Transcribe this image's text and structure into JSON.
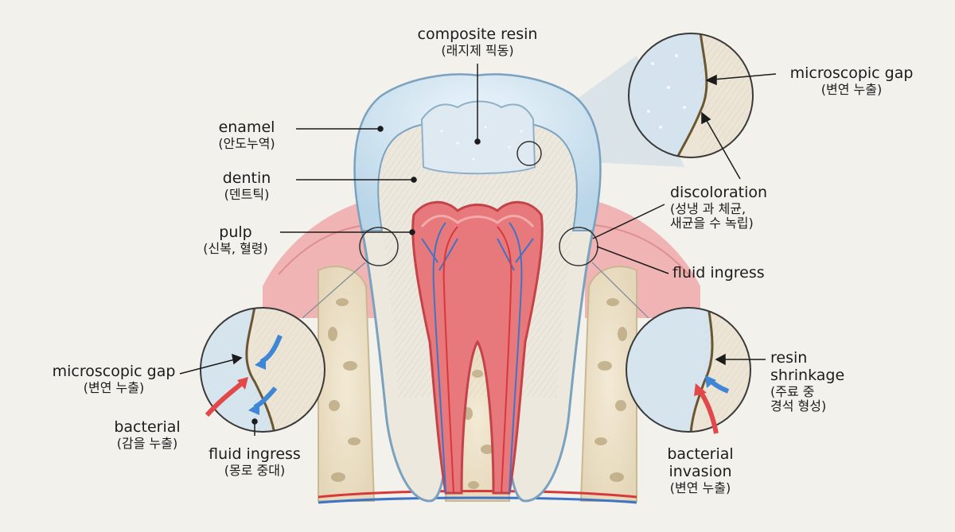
{
  "labels": {
    "composite": {
      "en": "composite resin",
      "ko": "(래지제 픽동)"
    },
    "enamel": {
      "en": "enamel",
      "ko": "(안도누역)"
    },
    "dentin": {
      "en": "dentin",
      "ko": "(덴트틱)"
    },
    "pulp": {
      "en": "pulp",
      "ko": "(신복, 혈령)"
    },
    "gap_top": {
      "en": "microscopic gap",
      "ko": "(변연 누출)"
    },
    "discoloration": {
      "en": "discoloration",
      "ko1": "(성냉 과 체균,",
      "ko2": "새균을 수 녹립)"
    },
    "fluid_right": {
      "en": "fluid ingress"
    },
    "gap_left": {
      "en": "microscopic gap",
      "ko": "(변연 누출)"
    },
    "bacterial_left": {
      "en": "bacterial",
      "ko": "(감을 누출)"
    },
    "fluid_left": {
      "en": "fluid ingress",
      "ko": "(몽로 중대)"
    },
    "resin_shrinkage": {
      "en1": "resin",
      "en2": "shrinkage",
      "ko1": "(주료 중",
      "ko2": "경석 형성)"
    },
    "bacterial_invasion": {
      "en1": "bacterial",
      "en2": "invasion",
      "ko": "(변연 누출)"
    }
  },
  "colors": {
    "background": "#f3f1ec",
    "enamel": "#cfe3f0",
    "dentin": "#ece8dd",
    "pulp": "#d95c62",
    "gum": "#f0b4b4",
    "bone": "#eadfc6",
    "artery": "#d8383a",
    "vein": "#3f74c4",
    "bacteria_arrow": "#e2484a",
    "fluid_arrow": "#3f86d6"
  }
}
